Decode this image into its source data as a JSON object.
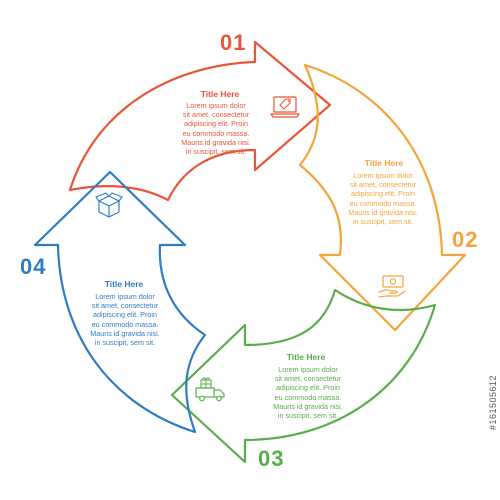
{
  "colors": {
    "step1": "#e8553a",
    "step2": "#f5a33a",
    "step3": "#58ad4a",
    "step4": "#2e7dc4",
    "title1": "#e8553a",
    "title2": "#f5a33a",
    "title3": "#58ad4a",
    "title4": "#2e7dc4"
  },
  "steps": [
    {
      "number": "01",
      "title": "Title Here",
      "lines": [
        "Lorem ipsum dolor",
        "sit amet, consectetur",
        "adipiscing elit. Proin",
        "eu commodo massa.",
        "Mauris id gravida nisi.",
        "in suscipit, sem sit."
      ],
      "icon": "laptop-tag-icon"
    },
    {
      "number": "02",
      "title": "Title Here",
      "lines": [
        "Lorem ipsum dolor",
        "sit amet, consectetur",
        "adipiscing elit. Proin",
        "eu commodo massa.",
        "Mauris id gravida nisi.",
        "in suscipit, sem sit."
      ],
      "icon": "hand-money-icon"
    },
    {
      "number": "03",
      "title": "Title Here",
      "lines": [
        "Lorem ipsum dolor",
        "sit amet, consectetur",
        "adipiscing elit. Proin",
        "eu commodo massa.",
        "Mauris id gravida nisi.",
        "in suscipit, sem sit."
      ],
      "icon": "delivery-truck-icon"
    },
    {
      "number": "04",
      "title": "Title Here",
      "lines": [
        "Lorem ipsum dolor",
        "sit amet, consectetur",
        "adipiscing elit. Proin",
        "eu commodo massa.",
        "Mauris id gravida nisi.",
        "in suscipit, sem sit."
      ],
      "icon": "open-box-icon"
    }
  ],
  "watermark": "#161505612"
}
